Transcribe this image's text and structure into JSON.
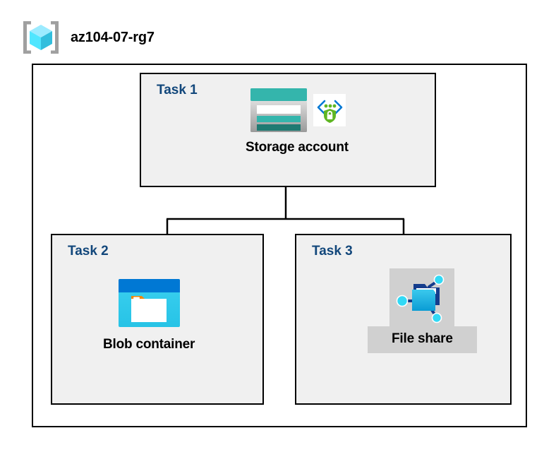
{
  "header": {
    "icon": "resource-group-icon",
    "title": "az104-07-rg7"
  },
  "container": {
    "name": "resource-group-container"
  },
  "colors": {
    "task_label": "#12477B",
    "box_fill": "#F0F0F0",
    "box_border": "#000000",
    "connector": "#000000",
    "highlight": "#D0D0D0",
    "storage_teal": "#34B5AC",
    "storage_teal_dark": "#1F7A72",
    "blob_blue": "#0078D4",
    "blob_cyan": "#32BEDD",
    "blob_orange": "#F2880B",
    "fileshare_blue": "#32BEDD",
    "shield_green": "#5FB624",
    "cube_cyan": "#9CEBFF",
    "bracket_gray": "#A0A0A0"
  },
  "tasks": [
    {
      "label": "Task 1",
      "node": {
        "caption": "Storage account",
        "icons": [
          "storage-account-icon",
          "secure-transfer-icon"
        ],
        "highlighted": false
      }
    },
    {
      "label": "Task 2",
      "node": {
        "caption": "Blob container",
        "icons": [
          "blob-container-icon"
        ],
        "highlighted": false
      }
    },
    {
      "label": "Task 3",
      "node": {
        "caption": "File share",
        "icons": [
          "file-share-icon"
        ],
        "highlighted": true
      }
    }
  ]
}
